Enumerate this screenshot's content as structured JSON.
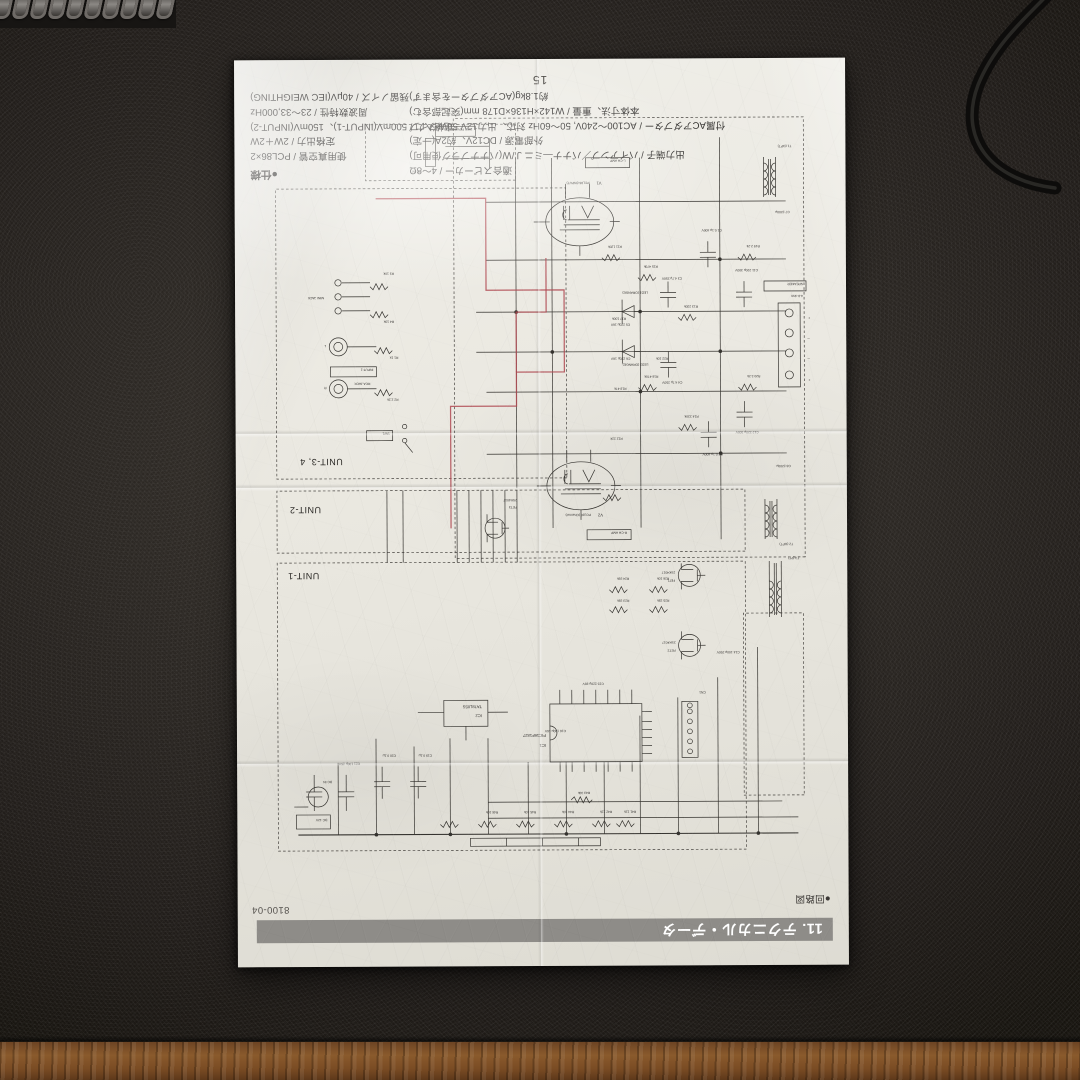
{
  "photo": {
    "scene": "printed service-manual page lying upside-down on a dark textured desk mat",
    "background_color": "#2b2723",
    "wood_color": "#7a4c24",
    "paper_color": "#ecebe4"
  },
  "objects": {
    "notebook": "spiral-notebook-top-left",
    "cable": "black-cable-top-right"
  },
  "page": {
    "page_number": "15",
    "doc_code": "8100-04",
    "section_title": "11. テクニカル・データ",
    "circuit_caption": "●回路図"
  },
  "spec": {
    "title": "●仕様",
    "lines": [
      "使用真空管 / PCL86×2",
      "定格出力 / 2W＋2W",
      "定格入力 / 500mV(INPUT-1)、150mV(INPUT-2)",
      "周波数特性 / 23〜33,000Hz",
      "残留ノイズ / 40μV(IEC WEIGHTING)"
    ]
  },
  "spec2": {
    "lines": [
      "適合スピーカー / 4〜8Ω",
      "出力端子 / バイアンプ／バナナ—ミニＪ/Ｗ(バナナプラグ使用可)",
      "外部電源 / DC12V、約2A(一定)",
      "付属ACアダプター / AC100〜240V, 50〜60Hz 対応、出力12V 50Wタイプ",
      "本体寸法、重量 / W142×H136×D178 mm(突起部含む)",
      "約1.8kg(ACアダプターを含まず)"
    ]
  },
  "schematic": {
    "unit_labels": [
      "UNIT-1",
      "UNIT-2",
      "UNIT-3, 4"
    ],
    "tubes": [
      {
        "ref": "V1",
        "type": "PCL86 (INPUT)"
      },
      {
        "ref": "V2",
        "type": "PCL86 (Channel)"
      }
    ],
    "ic": [
      {
        "ref": "IC1",
        "type": "PIC16F1827"
      },
      {
        "ref": "IC2",
        "type": "TA78L05S"
      }
    ],
    "transistors": [
      {
        "ref": "FET1",
        "type": "2SK4017"
      },
      {
        "ref": "FET2",
        "type": "2SK4017"
      },
      {
        "ref": "FET3",
        "type": "2SK4017"
      },
      {
        "ref": "Q1",
        "type": "2SC1815"
      }
    ],
    "transformers": [
      {
        "ref": "T1",
        "type": "OPT"
      },
      {
        "ref": "T2",
        "type": "OPT"
      },
      {
        "ref": "T3",
        "type": "PT"
      }
    ],
    "leds": [
      "LED1 (ORANGE)",
      "LED2 (ORANGE)",
      "LED3 (GREEN)"
    ],
    "resistors": [
      "R1 1k",
      "R2 2.2k",
      "R3 10k",
      "R4 10k",
      "R5 10k",
      "R6 10k",
      "R7 10k",
      "R8 10k",
      "R9 10k",
      "R10 10k",
      "R11 120k",
      "R12 22k",
      "R13 220k",
      "R14 220k",
      "R15 470k",
      "R16 470k",
      "R17 100k",
      "R18 47k",
      "R19 2.2k",
      "R20 2.2k",
      "R21 22k",
      "R22 10k",
      "R23 33k",
      "R24 33k",
      "R25 33k",
      "R26 10k",
      "R41 12k",
      "R42 12k",
      "R43 33k",
      "R44 10k",
      "R45 10k",
      "R46 10k"
    ],
    "capacitors": [
      "C1 0.1μ 400V",
      "C2 0.1μ 400V",
      "C3 4.7μ 250V",
      "C4 4.7μ 250V",
      "C5 220μ 16V",
      "C6 220μ 16V",
      "C7 2200μ",
      "C8 2200μ",
      "C11 220μ 300V",
      "C12 220μ 300V",
      "C13 220μ 300V",
      "C14 100μ 250V",
      "C15 220μ 35V",
      "C16 100μ 16V",
      "C17 0.1μ",
      "C18 0.1μ",
      "C19 0.1μ",
      "C20 0.1μ",
      "C21 100μ 25V"
    ],
    "jacks": [
      {
        "name": "INPUT-1",
        "kind": "RCA JACK"
      },
      {
        "name": "INPUT-2",
        "kind": "MINI JACK"
      },
      {
        "name": "SPEAKER",
        "kind": "4-8 ohm"
      },
      {
        "name": "DC IN",
        "kind": "DC JACK"
      }
    ],
    "switches": [
      "SW1",
      "SW2 POWER"
    ],
    "red_trace": true
  }
}
